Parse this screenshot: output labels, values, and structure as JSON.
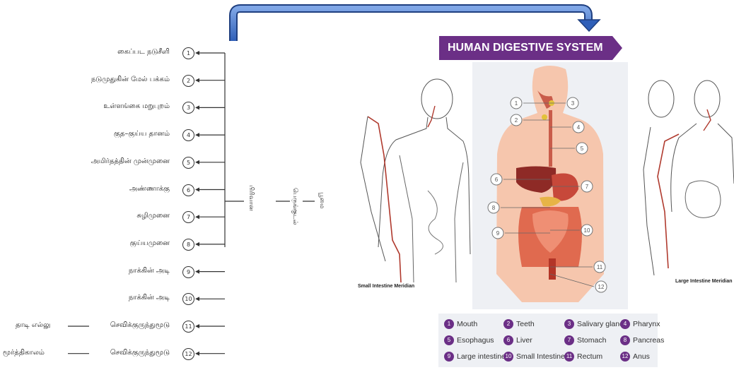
{
  "tamil_chart": {
    "items": [
      {
        "label": "கைப்பட நடுசீளி",
        "num": "1"
      },
      {
        "label": "நடுமுதுகின் மேல் பக்கம்",
        "num": "2"
      },
      {
        "label": "உள்ளங்கை மறுபுறம்",
        "num": "3"
      },
      {
        "label": "குத–குய்ய தானம்",
        "num": "4"
      },
      {
        "label": "அமிர்தத்தின் முன்முனை",
        "num": "5"
      },
      {
        "label": "அண்ணாக்கு",
        "num": "6"
      },
      {
        "label": "சுழிமுனை",
        "num": "7"
      },
      {
        "label": "குய்யமுனை",
        "num": "8"
      },
      {
        "label": "நாக்கின் அடி",
        "num": "9"
      },
      {
        "label": "நாக்கின் அடி",
        "num": "10"
      },
      {
        "label": "செவிக்குருந்துமூடு",
        "num": "11",
        "left": "தாடி எல்லு"
      },
      {
        "label": "செவிக்குருந்துமூடு",
        "num": "12",
        "left": "மூர்த்திகாலம்"
      }
    ],
    "vertical_labels": [
      "பிரிவான",
      "பெருங்குடல்",
      "பூமை"
    ]
  },
  "digestive": {
    "title": "HUMAN DIGESTIVE SYSTEM",
    "left_caption": "Small Intestine Meridian",
    "right_caption": "Large Intestine Meridian",
    "legend": [
      {
        "num": "1",
        "label": "Mouth"
      },
      {
        "num": "2",
        "label": "Teeth"
      },
      {
        "num": "3",
        "label": "Salivary glands"
      },
      {
        "num": "4",
        "label": "Pharynx"
      },
      {
        "num": "5",
        "label": "Esophagus"
      },
      {
        "num": "6",
        "label": "Liver"
      },
      {
        "num": "7",
        "label": "Stomach"
      },
      {
        "num": "8",
        "label": "Pancreas"
      },
      {
        "num": "9",
        "label": "Large intestine"
      },
      {
        "num": "10",
        "label": "Small Intestine"
      },
      {
        "num": "11",
        "label": "Rectum"
      },
      {
        "num": "12",
        "label": "Anus"
      }
    ],
    "callouts": [
      "1",
      "2",
      "3",
      "4",
      "5",
      "6",
      "7",
      "8",
      "9",
      "10",
      "11",
      "12"
    ],
    "colors": {
      "banner": "#6b2f86",
      "arrow": "#3a6cc4",
      "body": "#f6c6ad",
      "organ": "#d9533a"
    }
  }
}
